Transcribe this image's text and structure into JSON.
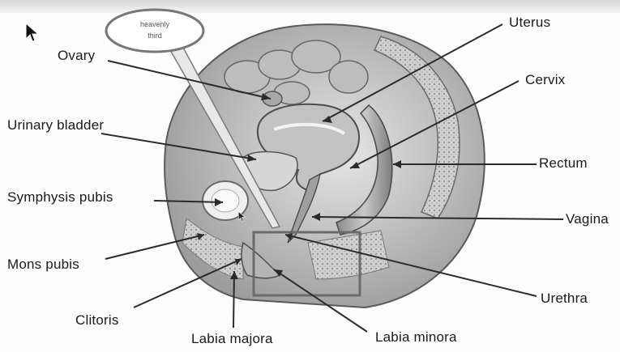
{
  "bubble": {
    "line1": "heavenly",
    "line2": "third"
  },
  "labels": {
    "ovary": "Ovary",
    "urinary_bladder": "Urinary bladder",
    "symphysis_pubis": "Symphysis pubis",
    "mons_pubis": "Mons pubis",
    "clitoris": "Clitoris",
    "labia_majora": "Labia majora",
    "labia_minora": "Labia minora",
    "urethra": "Urethra",
    "vagina": "Vagina",
    "rectum": "Rectum",
    "cervix": "Cervix",
    "uterus": "Uterus"
  },
  "colors": {
    "highlight_box": "#6b6b6b",
    "leader_line": "#2b2b2b",
    "tissue_dark": "#7a7a7a",
    "tissue_light": "#d4d4d4"
  }
}
